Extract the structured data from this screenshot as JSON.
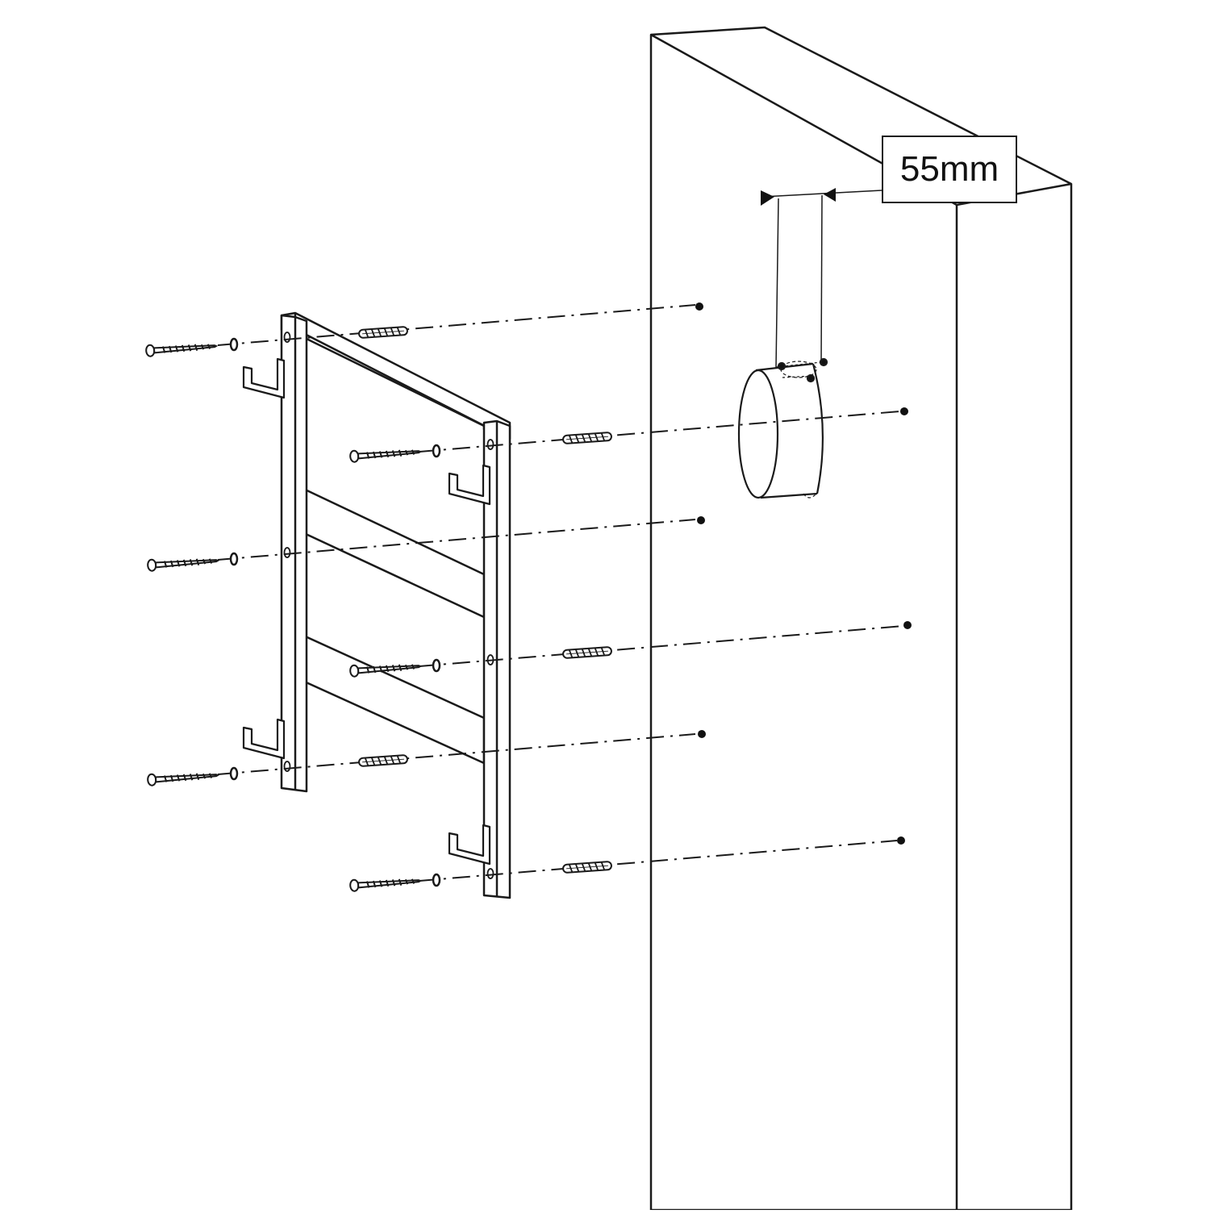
{
  "figure": {
    "dimension_label": "55mm",
    "line_color": "#1a1a1a",
    "background_color": "#ffffff",
    "parts": {
      "wall_panel": "panel",
      "ladder_frame": "frame",
      "screw_icon": "screw",
      "washer_icon": "washer",
      "wall_plug_icon": "wall-plug",
      "hook_bracket_icon": "hook-bracket",
      "pipe_clamp_icon": "ring-clamp",
      "drill_hole_icon": "drill-hole"
    }
  }
}
